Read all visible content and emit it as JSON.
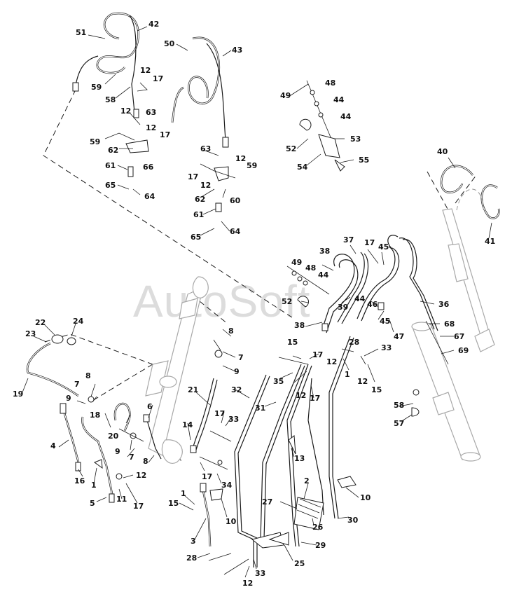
{
  "watermark": "AutoSoft",
  "callouts": {
    "c1": "51",
    "c2": "42",
    "c3": "50",
    "c4": "43",
    "c5": "12",
    "c6": "17",
    "c7": "59",
    "c8": "58",
    "c9": "12",
    "c10": "63",
    "c11": "12",
    "c12": "17",
    "c13": "59",
    "c14": "62",
    "c15": "66",
    "c16": "61",
    "c17": "65",
    "c18": "64",
    "c19": "63",
    "c20": "12",
    "c21": "17",
    "c22": "59",
    "c23": "12",
    "c24": "60",
    "c25": "62",
    "c26": "61",
    "c27": "65",
    "c28": "64",
    "c29": "49",
    "c30": "48",
    "c31": "44",
    "c32": "44",
    "c33": "52",
    "c34": "53",
    "c35": "54",
    "c36": "55",
    "c37": "40",
    "c38": "41",
    "c39": "38",
    "c40": "37",
    "c41": "17",
    "c42": "45",
    "c43": "49",
    "c44": "48",
    "c45": "44",
    "c46": "52",
    "c47": "38",
    "c48": "39",
    "c49": "44",
    "c50": "46",
    "c51": "45",
    "c52": "47",
    "c53": "36",
    "c54": "68",
    "c55": "67",
    "c56": "69",
    "c57": "22",
    "c58": "24",
    "c59": "23",
    "c60": "19",
    "c61": "8",
    "c62": "7",
    "c63": "9",
    "c64": "15",
    "c65": "17",
    "c66": "28",
    "c67": "33",
    "c68": "12",
    "c69": "1",
    "c70": "12",
    "c71": "15",
    "c72": "35",
    "c73": "12",
    "c74": "17",
    "c75": "32",
    "c76": "31",
    "c77": "21",
    "c78": "8",
    "c79": "7",
    "c80": "9",
    "c81": "18",
    "c82": "20",
    "c83": "6",
    "c84": "9",
    "c85": "7",
    "c86": "8",
    "c87": "4",
    "c88": "14",
    "c89": "17",
    "c90": "33",
    "c91": "13",
    "c92": "58",
    "c93": "57",
    "c94": "16",
    "c95": "1",
    "c96": "12",
    "c97": "5",
    "c98": "11",
    "c99": "17",
    "c100": "17",
    "c101": "34",
    "c102": "1",
    "c103": "15",
    "c104": "10",
    "c105": "2",
    "c106": "10",
    "c107": "27",
    "c108": "26",
    "c109": "30",
    "c110": "3",
    "c111": "29",
    "c112": "28",
    "c113": "25",
    "c114": "12",
    "c115": "33"
  }
}
